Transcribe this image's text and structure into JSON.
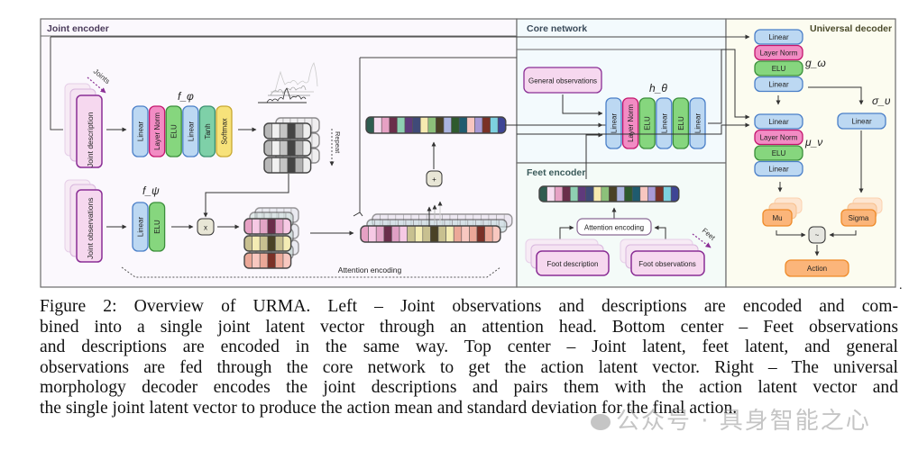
{
  "figure": {
    "sections": {
      "joint_encoder": "Joint encoder",
      "core_network": "Core network",
      "feet_encoder": "Feet encoder",
      "universal_decoder": "Universal decoder"
    },
    "joint_encoder": {
      "joint_description": "Joint description",
      "joint_observations": "Joint observations",
      "joints_arrow_label": "Joints",
      "repeat_label": "Repeat",
      "f_phi_label": "f_φ",
      "f_psi_label": "f_ψ",
      "f_phi_layers": [
        {
          "label": "Linear",
          "kind": "linear"
        },
        {
          "label": "Layer Norm",
          "kind": "norm"
        },
        {
          "label": "ELU",
          "kind": "elu"
        },
        {
          "label": "Linear",
          "kind": "linear"
        },
        {
          "label": "Tanh",
          "kind": "tanh"
        },
        {
          "label": "Softmax",
          "kind": "softmax"
        }
      ],
      "f_psi_layers": [
        {
          "label": "Linear",
          "kind": "linear"
        },
        {
          "label": "ELU",
          "kind": "elu"
        }
      ],
      "multiply_op": "x",
      "add_op": "+",
      "attention_encoding_label": "Attention encoding"
    },
    "core_network": {
      "general_observations": "General observations",
      "h_theta_label": "h_θ",
      "layers": [
        {
          "label": "Linear",
          "kind": "linear"
        },
        {
          "label": "Layer Norm",
          "kind": "norm"
        },
        {
          "label": "ELU",
          "kind": "elu"
        },
        {
          "label": "Linear",
          "kind": "linear"
        },
        {
          "label": "ELU",
          "kind": "elu"
        },
        {
          "label": "Linear",
          "kind": "linear"
        }
      ]
    },
    "feet_encoder": {
      "attention_encoding": "Attention encoding",
      "foot_description": "Foot description",
      "foot_observations": "Foot observations",
      "feet_arrow_label": "Feet"
    },
    "universal_decoder": {
      "g_omega_label": "g_ω",
      "mu_nu_label": "μ_ν",
      "sigma_upsilon_label": "σ_υ",
      "g_layers": [
        {
          "label": "Linear",
          "kind": "linear"
        },
        {
          "label": "Layer Norm",
          "kind": "norm"
        },
        {
          "label": "ELU",
          "kind": "elu"
        },
        {
          "label": "Linear",
          "kind": "linear"
        }
      ],
      "mu_layers": [
        {
          "label": "Linear",
          "kind": "linear"
        },
        {
          "label": "Layer Norm",
          "kind": "norm"
        },
        {
          "label": "ELU",
          "kind": "elu"
        },
        {
          "label": "Linear",
          "kind": "linear"
        }
      ],
      "sigma_layer": "Linear",
      "mu": "Mu",
      "sigma": "Sigma",
      "sample_op": "~",
      "action": "Action"
    },
    "latent_vector_colors": [
      "#2f5d50",
      "#f6dcef",
      "#e6a1c4",
      "#6a2e4a",
      "#8ecfb2",
      "#5f3a7c",
      "#3f4a78",
      "#f6eab0",
      "#8cc07a",
      "#4a4226",
      "#aab4e0",
      "#2f5a2e",
      "#1f5b6e",
      "#f7c6c0",
      "#a89ad6",
      "#7a3127",
      "#7dd0e0",
      "#3e4595"
    ],
    "attention_vector_colors": [
      "#e6a1c4",
      "#f6c9e4",
      "#e2a4c6",
      "#6a2e4a",
      "#e0a0c4",
      "#f6c9e4",
      "#c8c090",
      "#f4ecb4",
      "#c8c090",
      "#4a4226",
      "#c8c090",
      "#f4ecb4",
      "#eba898",
      "#f8c8c0",
      "#eba898",
      "#7a3127",
      "#eba898",
      "#f8c8c0"
    ],
    "colors": {
      "linear": "#bcd8f2",
      "linear_border": "#4a7fc8",
      "norm": "#f28cc4",
      "norm_border": "#c4166e",
      "elu": "#86d67e",
      "elu_border": "#3a8e3a",
      "tanh": "#7ed0a8",
      "tanh_border": "#3a9070",
      "softmax": "#f7e27a",
      "softmax_border": "#c8a830",
      "pink_box": "#f6d8ef",
      "pink_border": "#8a2e95",
      "orange_box": "#fbb57a",
      "orange_border": "#ee8a28",
      "joint_bg": "#fbf8fd",
      "core_bg": "#f3fafd",
      "feet_bg": "#f4fbf8",
      "decoder_bg": "#fcfcf0"
    }
  },
  "caption": {
    "lines": [
      "Figure 2: Overview of URMA. Left – Joint observations and descriptions are encoded and com-",
      "bined into a single joint latent vector through an attention head. Bottom center – Feet observations",
      "and descriptions are encoded in the same way.  Top center – Joint latent, feet latent, and general",
      "observations are fed through the core network to get the action latent vector. Right – The universal",
      "morphology decoder encodes the joint descriptions and pairs them with the action latent vector and",
      "the single joint latent vector to produce the action mean and standard deviation for the final action."
    ],
    "trailing_dot": "."
  },
  "watermark": "公众号 · 具身智能之心"
}
